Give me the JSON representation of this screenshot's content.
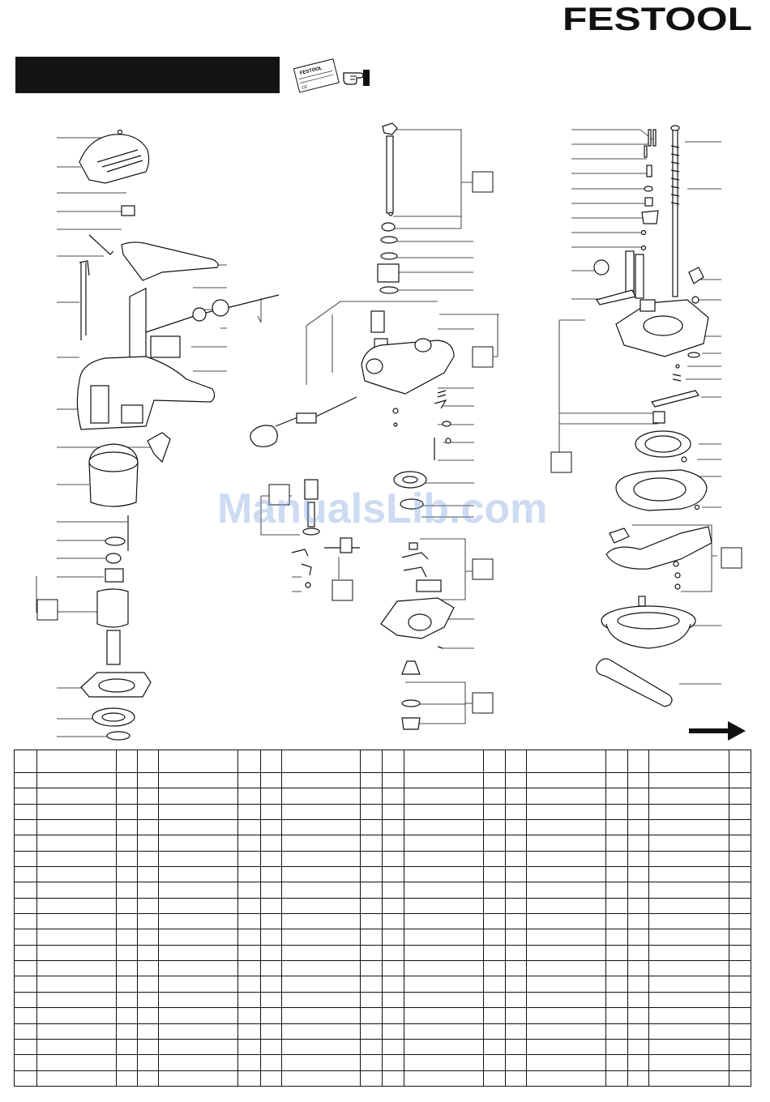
{
  "brand": {
    "name": "FESTOOL",
    "plate_brand": "FESTOOL",
    "plate_mark": "CE"
  },
  "watermark": "ManualsLib.com",
  "colors": {
    "ink": "#111111",
    "title_bar": "#141414",
    "watermark": "#7aa0dc"
  },
  "icons": [
    "pointing-hand-icon",
    "next-page-arrow-icon"
  ]
}
